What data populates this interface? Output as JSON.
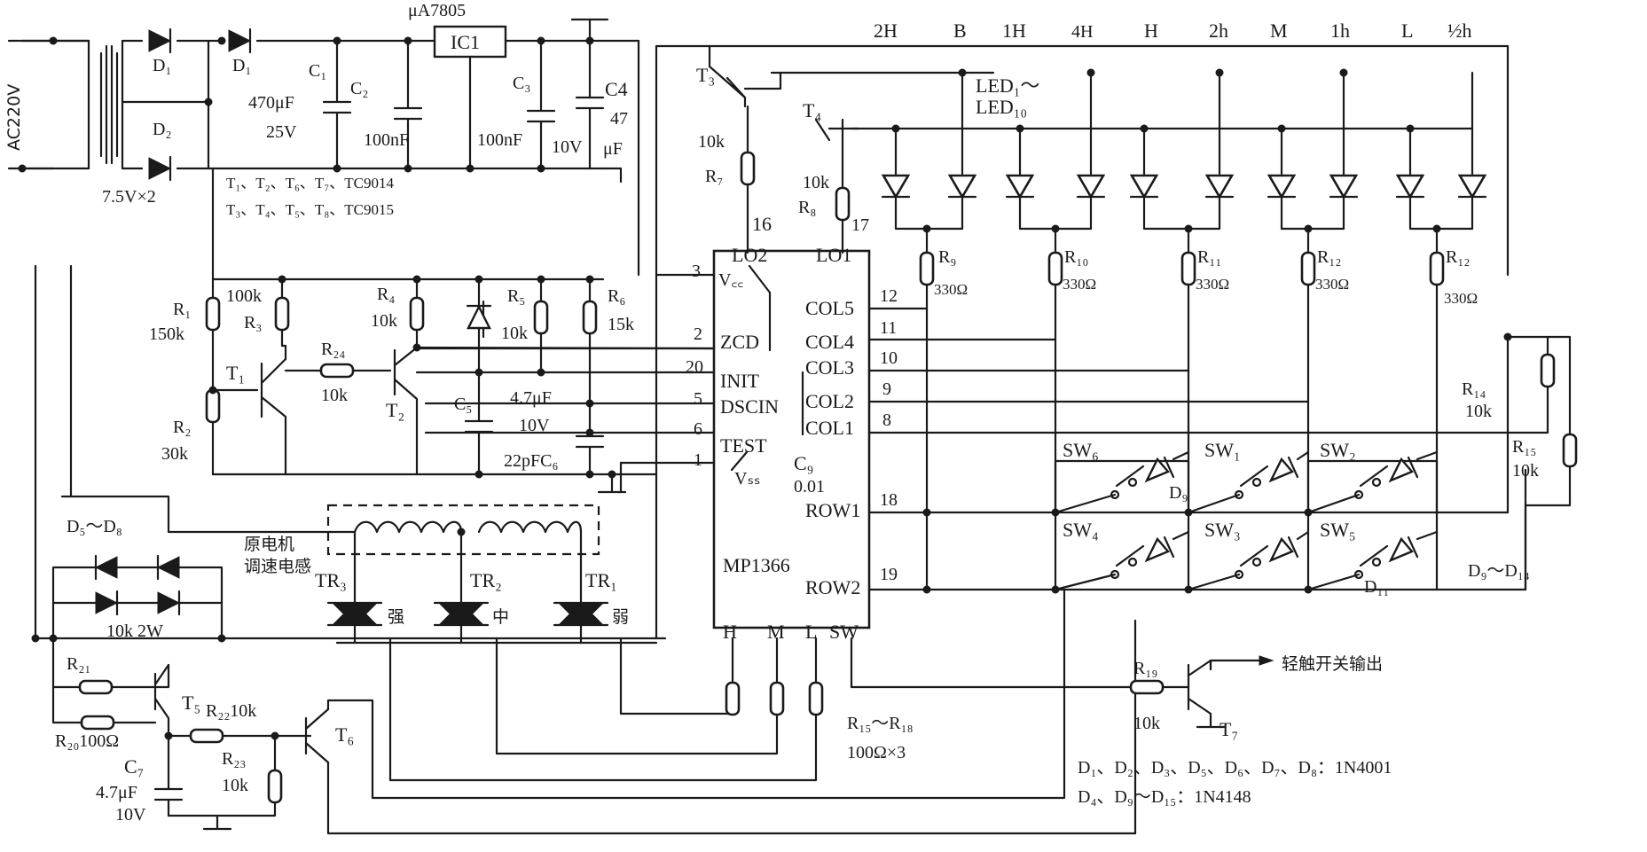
{
  "power": {
    "ac": "AC220V",
    "transformer": "7.5V×2",
    "d1": "D₁",
    "d1b": "D₁",
    "d2": "D₂",
    "c1": "C₁",
    "c1_val1": "470μF",
    "c1_val2": "25V",
    "c2": "C₂",
    "c2_val": "100nF",
    "ic1": "IC1",
    "reg": "μA7805",
    "c3": "C₃",
    "c3_val": "100nF",
    "c4": "C4",
    "c4_val1": "10V",
    "c4_val2": "47",
    "c4_val3": "μF",
    "tr_list1": "T₁、T₂、T₆、T₇、TC9014",
    "tr_list2": "T₃、T₄、T₅、T₈、TC9015"
  },
  "osc": {
    "r1": "R₁",
    "r1v": "150k",
    "r3v": "100k",
    "r3": "R₃",
    "r4": "R₄",
    "r4v": "10k",
    "r5": "R₅",
    "r5v": "10k",
    "r6": "R₆",
    "r6v": "15k",
    "r24": "R₂₄",
    "r24v": "10k",
    "t1": "T₁",
    "t2": "T₂",
    "r2": "R₂",
    "r2v": "30k",
    "c5": "C₅",
    "c5v1": "4.7μF",
    "c5v2": "10V",
    "c6": "22pFC₆",
    "c9": "C₉",
    "c9v": "0.01"
  },
  "ic": {
    "name": "MP1366",
    "lo2": "LO2",
    "lo1": "LO1",
    "vcc": "V꜀꜀",
    "zcd": "ZCD",
    "init": "INIT",
    "dscin": "DSCIN",
    "test": "TEST",
    "vss": "Vₛₛ",
    "col5": "COL5",
    "col4": "COL4",
    "col3": "COL3",
    "col2": "COL2",
    "col1": "COL1",
    "row1": "ROW1",
    "row2": "ROW2",
    "pin_h": "H",
    "pin_m": "M",
    "pin_l": "L",
    "pin_sw": "SW",
    "p16": "16",
    "p17": "17",
    "p3": "3",
    "p2": "2",
    "p20": "20",
    "p5": "5",
    "p6": "6",
    "p1": "1",
    "p12": "12",
    "p11": "11",
    "p10": "10",
    "p9": "9",
    "p8": "8",
    "p18": "18",
    "p19": "19"
  },
  "leds": {
    "labels": [
      "2H",
      "B",
      "1H",
      "4H",
      "H",
      "2h",
      "M",
      "1h",
      "L",
      "½h"
    ],
    "title1": "LED₁～",
    "title2": "LED₁₀",
    "t3": "T₃",
    "t4": "T₄",
    "r7v": "10k",
    "r7": "R₇",
    "r8v": "10k",
    "r8": "R₈",
    "r9": "R₉",
    "r10": "R₁₀",
    "r11": "R₁₁",
    "r12": "R₁₂",
    "r13": "R₁₂",
    "rv": "330Ω",
    "r14": "R₁₄",
    "r14v": "10k",
    "r15": "R₁₅",
    "r15v": "10k"
  },
  "keys": {
    "sw6": "SW₆",
    "sw1": "SW₁",
    "sw2": "SW₂",
    "sw4": "SW₄",
    "sw3": "SW₃",
    "sw5": "SW₅",
    "d9": "D₉",
    "d11": "D₁₁",
    "d_range": "D₉～D₁₄"
  },
  "motor": {
    "inductor": "原电机",
    "inductor2": "调速电感",
    "tr3": "TR₃",
    "tr2": "TR₂",
    "tr1": "TR₁",
    "strong": "强",
    "mid": "中",
    "weak": "弱",
    "r_range": "R₁₅～R₁₈",
    "r_val": "100Ω×3"
  },
  "reset": {
    "d_range": "D₅～D₈",
    "r_10k2w": "10k 2W",
    "r21": "R₂₁",
    "r20": "R₂₀100Ω",
    "t5": "T₅",
    "t6": "T₆",
    "r22": "R₂₂10k",
    "r23": "R₂₃",
    "r23v": "10k",
    "c7": "C₇",
    "c7v1": "4.7μF",
    "c7v2": "10V"
  },
  "output": {
    "r19": "R₁₉",
    "r19v": "10k",
    "t7": "T₇",
    "label": "轻触开关输出",
    "note1": "D₁、D₂、D₃、D₅、D₆、D₇、D₈：1N4001",
    "note2": "D₄、D₉～D₁₅：1N4148"
  }
}
